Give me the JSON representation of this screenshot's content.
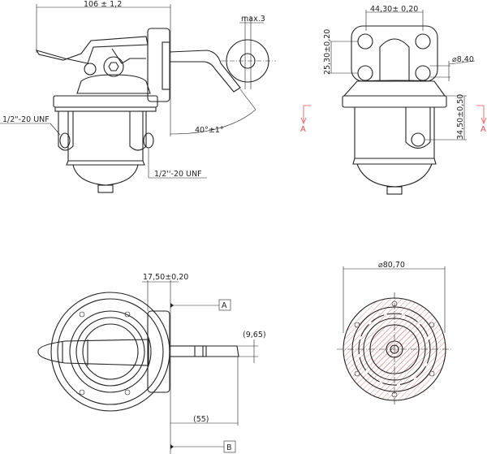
{
  "title": "Fuel pump technical drawing",
  "front_view": {
    "overall_length": "106 ± 1,2",
    "lever_play": "max.3",
    "lever_angle": "40°±1°",
    "inlet_thread": "1/2\"-20 UNF",
    "outlet_thread": "1/2''-20 UNF"
  },
  "side_view": {
    "hole_spacing_h": "44,30± 0,20",
    "hole_spacing_v": "25,30±0,20",
    "hole_diameter": "⌀8,40",
    "port_height": "34,50±0,50",
    "section_marker_left": "A",
    "section_marker_right": "A"
  },
  "top_view": {
    "flange_thickness": "17,50±0,20",
    "datum_a": "A",
    "datum_b": "B",
    "lever_width": "(9,65)",
    "lever_length": "(55)"
  },
  "section_view": {
    "diameter": "⌀80,70"
  },
  "colors": {
    "line": "#222222",
    "section": "#e05050"
  }
}
